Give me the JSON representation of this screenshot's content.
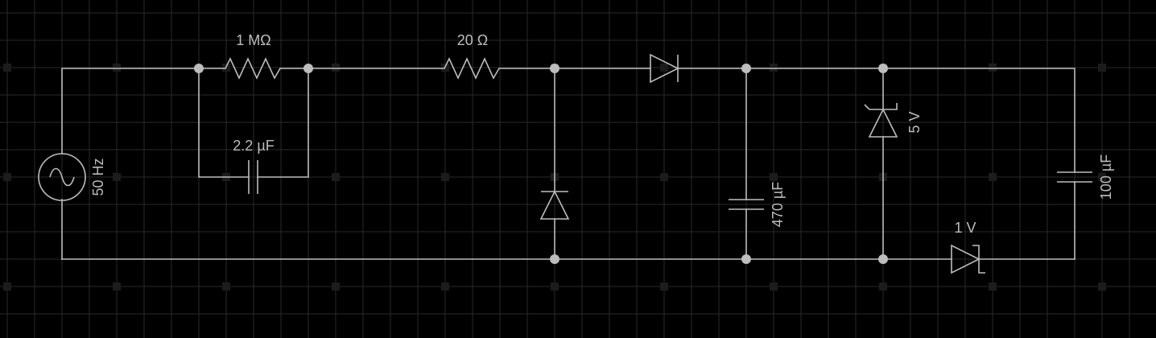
{
  "theme": {
    "background": "#000000",
    "grid_color": "#2a2a2a",
    "grid_dot_color": "#1c1c1c",
    "wire_color": "#bdbdbd"
  },
  "components": {
    "source": {
      "type": "ac-voltage-source",
      "label": "50 Hz"
    },
    "r1": {
      "type": "resistor",
      "label": "1 MΩ"
    },
    "c1": {
      "type": "capacitor",
      "label": "2.2 µF"
    },
    "r2": {
      "type": "resistor",
      "label": "20 Ω"
    },
    "d_shunt": {
      "type": "diode",
      "label": ""
    },
    "d_series": {
      "type": "diode",
      "label": ""
    },
    "c2": {
      "type": "capacitor",
      "label": "470 µF"
    },
    "z1": {
      "type": "zener-diode",
      "label": "5 V"
    },
    "z2": {
      "type": "zener-diode",
      "label": "1 V"
    },
    "c3": {
      "type": "capacitor",
      "label": "100 µF"
    }
  }
}
